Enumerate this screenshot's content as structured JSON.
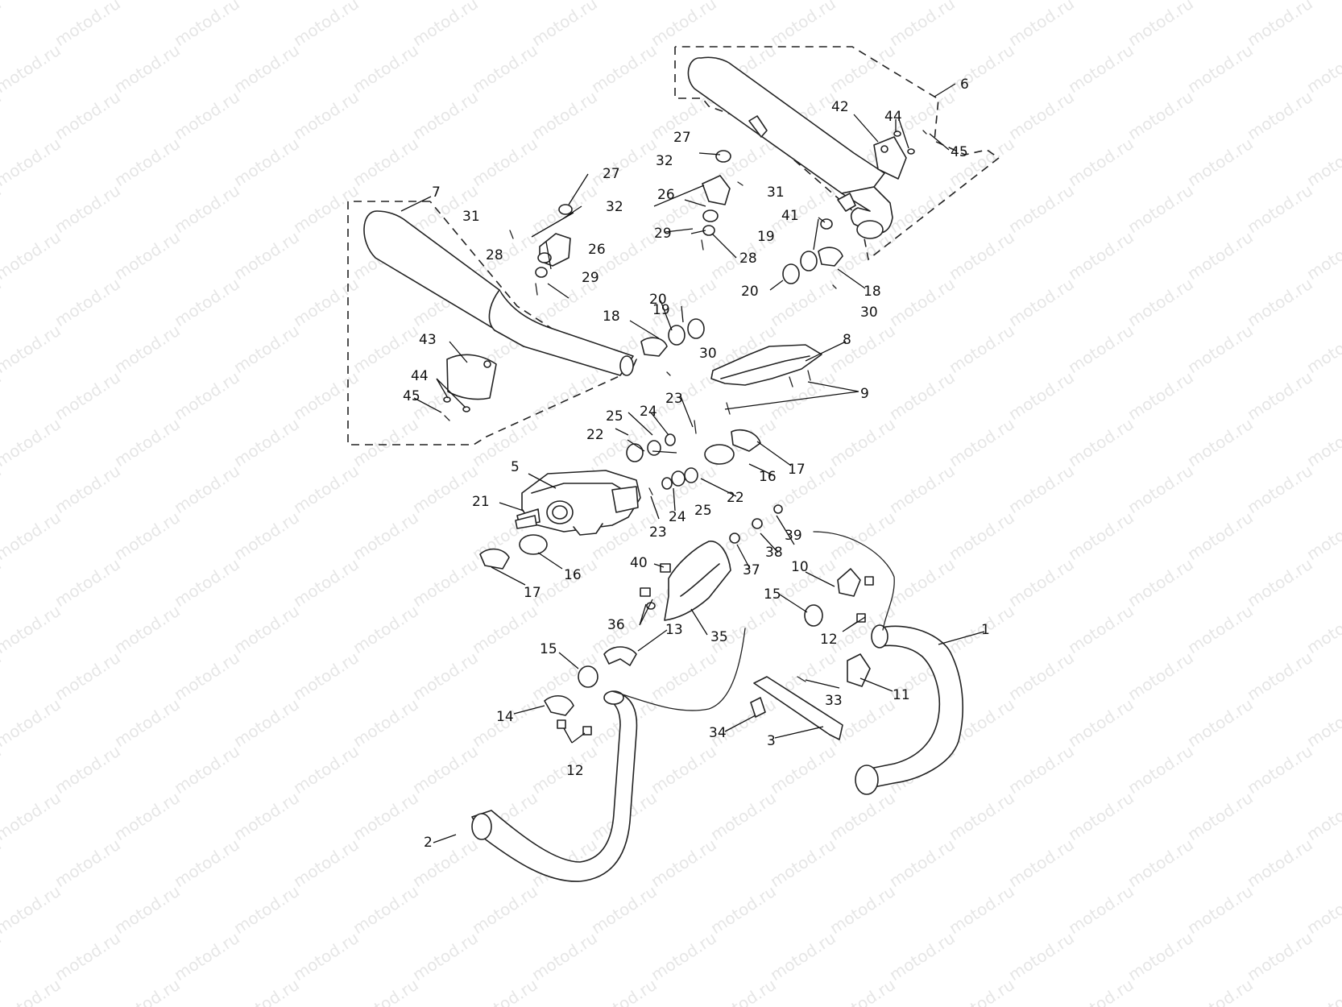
{
  "watermark": {
    "text": "motod.ru"
  },
  "callouts": {
    "c1": "1",
    "c2": "2",
    "c3": "3",
    "c5": "5",
    "c6": "6",
    "c7": "7",
    "c8": "8",
    "c9": "9",
    "c10": "10",
    "c11": "11",
    "c12a": "12",
    "c12b": "12",
    "c13": "13",
    "c14": "14",
    "c15a": "15",
    "c15b": "15",
    "c16a": "16",
    "c16b": "16",
    "c17a": "17",
    "c17b": "17",
    "c18a": "18",
    "c18b": "18",
    "c19a": "19",
    "c19b": "19",
    "c20a": "20",
    "c20b": "20",
    "c21": "21",
    "c22a": "22",
    "c22b": "22",
    "c23a": "23",
    "c23b": "23",
    "c24a": "24",
    "c24b": "24",
    "c25a": "25",
    "c25b": "25",
    "c26a": "26",
    "c26b": "26",
    "c27a": "27",
    "c27b": "27",
    "c28a": "28",
    "c28b": "28",
    "c29a": "29",
    "c29b": "29",
    "c30a": "30",
    "c30b": "30",
    "c31a": "31",
    "c31b": "31",
    "c32a": "32",
    "c32b": "32",
    "c33": "33",
    "c34": "34",
    "c35": "35",
    "c36": "36",
    "c37": "37",
    "c38": "38",
    "c39": "39",
    "c40": "40",
    "c41": "41",
    "c42": "42",
    "c43": "43",
    "c44a": "44",
    "c44b": "44",
    "c45a": "45",
    "c45b": "45"
  }
}
